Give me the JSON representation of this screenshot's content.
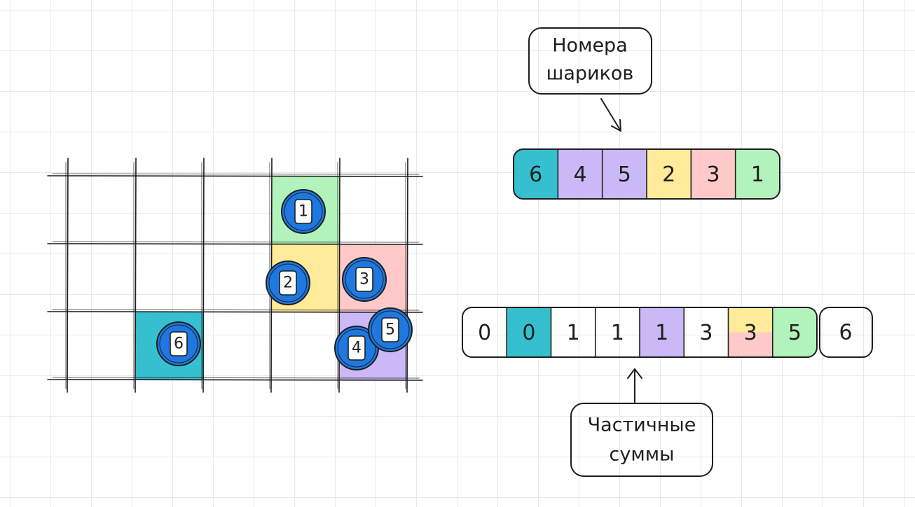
{
  "colors": {
    "teal": "#36bfcf",
    "purple": "#cbb9f7",
    "yellow": "#ffeb99",
    "pink": "#ffc9c9",
    "green": "#b2f2bb",
    "blue": "#1e78e0",
    "ink": "#1e1e1e"
  },
  "grid": {
    "columns": 5,
    "rows": 3,
    "balls": [
      {
        "label": "1",
        "col": 3,
        "row": 0,
        "color": "green"
      },
      {
        "label": "2",
        "col": 3,
        "row": 1,
        "color": "yellow"
      },
      {
        "label": "3",
        "col": 4,
        "row": 1,
        "color": "pink"
      },
      {
        "label": "6",
        "col": 1,
        "row": 2,
        "color": "teal"
      },
      {
        "label": "4",
        "col": 4,
        "row": 2,
        "color": "purple"
      },
      {
        "label": "5",
        "col": 4,
        "row": 2,
        "color": "purple"
      }
    ]
  },
  "ball_numbers": {
    "callout": [
      "Номера",
      "шариков"
    ],
    "cells": [
      {
        "text": "6",
        "color": "teal"
      },
      {
        "text": "4",
        "color": "purple"
      },
      {
        "text": "5",
        "color": "purple"
      },
      {
        "text": "2",
        "color": "yellow"
      },
      {
        "text": "3",
        "color": "pink"
      },
      {
        "text": "1",
        "color": "green"
      }
    ]
  },
  "partial_sums": {
    "callout": [
      "Частичные",
      "суммы"
    ],
    "cells": [
      {
        "text": "0",
        "color": ""
      },
      {
        "text": "0",
        "color": "teal"
      },
      {
        "text": "1",
        "color": ""
      },
      {
        "text": "1",
        "color": ""
      },
      {
        "text": "1",
        "color": "purple"
      },
      {
        "text": "3",
        "color": ""
      },
      {
        "text": "3",
        "color": "yellow",
        "color2": "pink"
      },
      {
        "text": "5",
        "color": "green"
      }
    ],
    "last_cell": "6"
  }
}
